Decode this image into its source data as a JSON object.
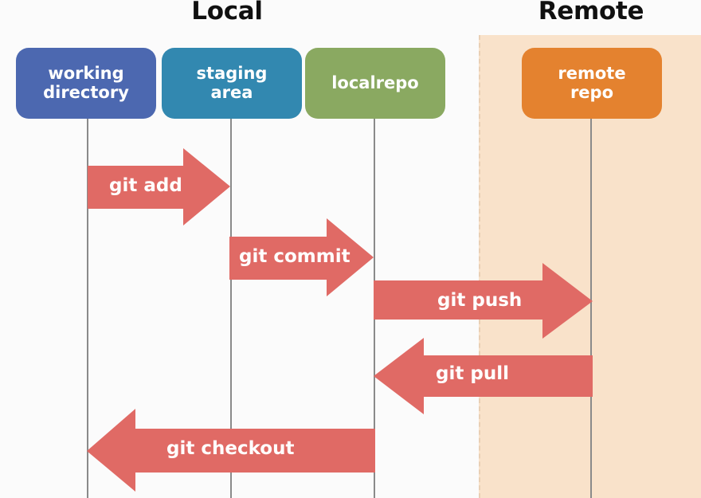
{
  "diagram": {
    "title_local": "Local",
    "title_remote": "Remote",
    "colors": {
      "working_directory": "#4c68b0",
      "staging_area": "#3288b0",
      "localrepo": "#8aa961",
      "remote_repo": "#e4822f",
      "arrow": "#e06a65",
      "remote_band": "#f9e2ca",
      "lifeline": "#8a8a8a",
      "background": "#fbfbfb",
      "heading_text": "#101010",
      "node_text": "#ffffff"
    },
    "nodes": [
      {
        "id": "working-directory",
        "label": "working\ndirectory",
        "group": "Local"
      },
      {
        "id": "staging-area",
        "label": "staging\narea",
        "group": "Local"
      },
      {
        "id": "localrepo",
        "label": "localrepo",
        "group": "Local"
      },
      {
        "id": "remote-repo",
        "label": "remote\nrepo",
        "group": "Remote"
      }
    ],
    "arrows": [
      {
        "id": "git-add",
        "label": "git add",
        "from": "working-directory",
        "to": "staging-area",
        "direction": "right"
      },
      {
        "id": "git-commit",
        "label": "git commit",
        "from": "staging-area",
        "to": "localrepo",
        "direction": "right"
      },
      {
        "id": "git-push",
        "label": "git push",
        "from": "localrepo",
        "to": "remote-repo",
        "direction": "right"
      },
      {
        "id": "git-pull",
        "label": "git pull",
        "from": "remote-repo",
        "to": "localrepo",
        "direction": "left"
      },
      {
        "id": "git-checkout",
        "label": "git checkout",
        "from": "localrepo",
        "to": "working-directory",
        "direction": "left"
      }
    ]
  }
}
